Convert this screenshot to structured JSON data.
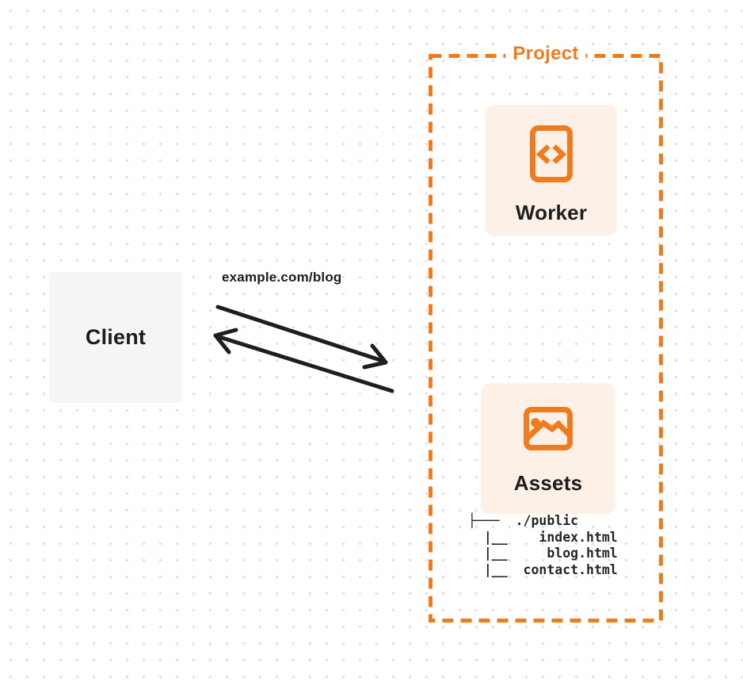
{
  "colors": {
    "accent_orange": "#ee7c1e",
    "card_bg": "#fdf1e7",
    "client_bg": "#f5f5f6",
    "arrow": "#1e1e1e",
    "text_dark": "#1d1d1f",
    "dot_grid": "#e2e2e6"
  },
  "client": {
    "label": "Client"
  },
  "request": {
    "label": "example.com/blog"
  },
  "project": {
    "label": "Project",
    "worker": {
      "label": "Worker",
      "icon": "code-file-icon"
    },
    "assets": {
      "label": "Assets",
      "icon": "image-icon"
    },
    "file_tree": {
      "text": "├───  ./public\n  |__    index.html\n  |__     blog.html\n  |__  contact.html",
      "lines": [
        "./public",
        "index.html",
        "blog.html",
        "contact.html"
      ]
    }
  }
}
